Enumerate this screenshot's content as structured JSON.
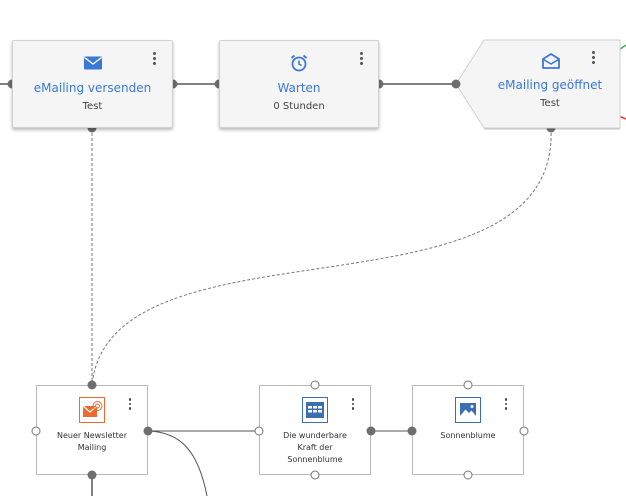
{
  "nodes": {
    "send": {
      "title": "eMailing versenden",
      "subtitle": "Test",
      "icon": "envelope-icon"
    },
    "wait": {
      "title": "Warten",
      "subtitle": "0 Stunden",
      "icon": "alarm-clock-icon"
    },
    "opened": {
      "title": "eMailing geöffnet",
      "subtitle": "Test",
      "icon": "envelope-open-icon"
    }
  },
  "assets": {
    "newsletter": {
      "label": "Neuer Newsletter Mailing",
      "icon": "newsletter-mailing-icon"
    },
    "page": {
      "label": "Die wunderbare Kraft der Sonnenblume",
      "icon": "landing-page-icon"
    },
    "image": {
      "label": "Sonnenblume",
      "icon": "image-icon"
    }
  },
  "colors": {
    "accent": "#3a78d8",
    "yes_branch": "#3fb24f",
    "no_branch": "#e53935",
    "orange": "#ec6a2d"
  }
}
